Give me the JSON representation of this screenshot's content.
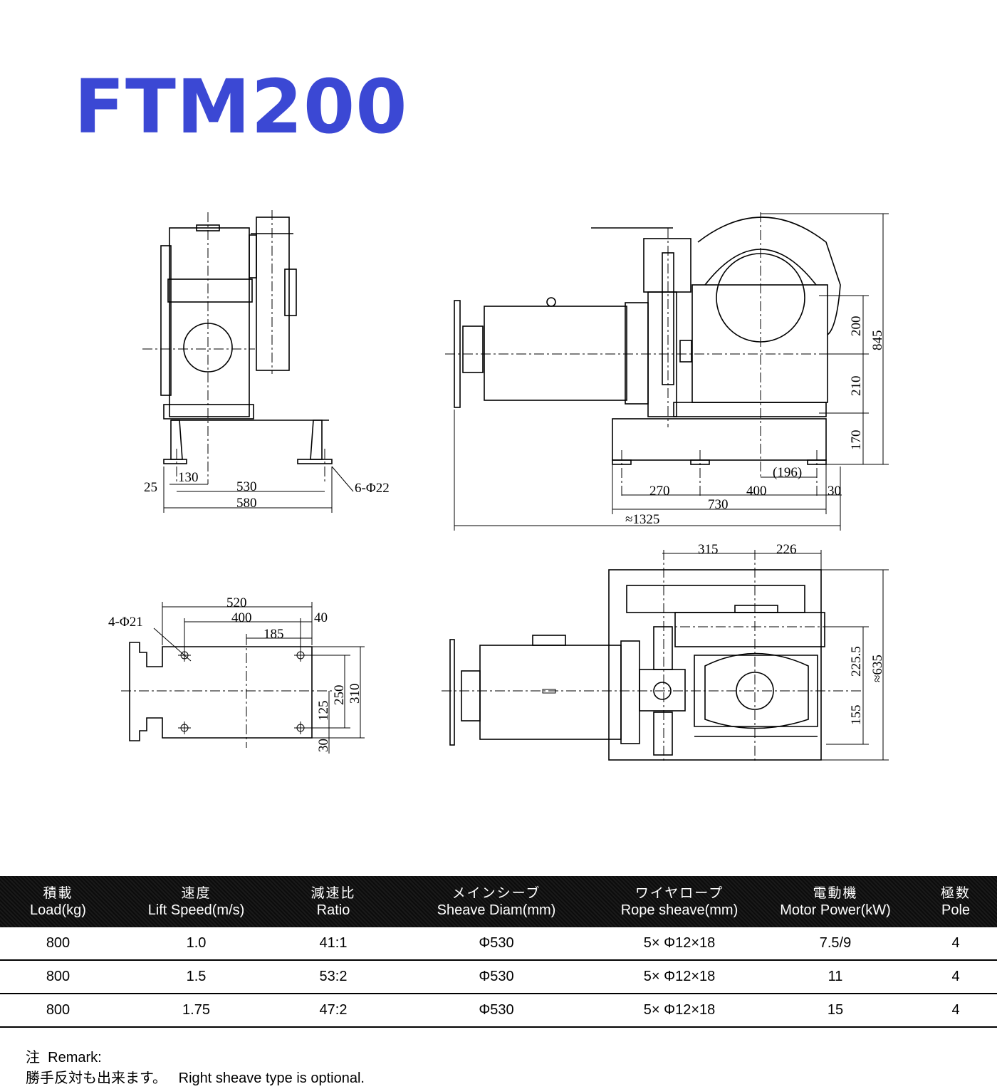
{
  "title": "FTM200",
  "dimensions": {
    "side_view": [
      "25",
      "130",
      "530",
      "580",
      "6-Φ22"
    ],
    "front_view": [
      "200",
      "210",
      "170",
      "845",
      "(196)",
      "270",
      "400",
      "30",
      "730",
      "≈1325"
    ],
    "base_plan": [
      "520",
      "400",
      "40",
      "185",
      "4-Φ21",
      "250",
      "310",
      "125",
      "30"
    ],
    "top_view": [
      "315",
      "226",
      "225.5",
      "155",
      "≈635"
    ]
  },
  "table": {
    "headers": [
      {
        "jp": "積載",
        "en": "Load(kg)"
      },
      {
        "jp": "速度",
        "en": "Lift Speed(m/s)"
      },
      {
        "jp": "減速比",
        "en": "Ratio"
      },
      {
        "jp": "メインシーブ",
        "en": "Sheave Diam(mm)"
      },
      {
        "jp": "ワイヤロープ",
        "en": "Rope sheave(mm)"
      },
      {
        "jp": "電動機",
        "en": "Motor Power(kW)"
      },
      {
        "jp": "極数",
        "en": "Pole"
      }
    ],
    "rows": [
      [
        "800",
        "1.0",
        "41:1",
        "Φ530",
        "5× Φ12×18",
        "7.5/9",
        "4"
      ],
      [
        "800",
        "1.5",
        "53:2",
        "Φ530",
        "5× Φ12×18",
        "11",
        "4"
      ],
      [
        "800",
        "1.75",
        "47:2",
        "Φ530",
        "5× Φ12×18",
        "15",
        "4"
      ]
    ]
  },
  "remark": {
    "label_jp": "注",
    "label_en": "Remark:",
    "text_jp": "勝手反対も出来ます。",
    "text_en": "Right sheave type is optional."
  }
}
